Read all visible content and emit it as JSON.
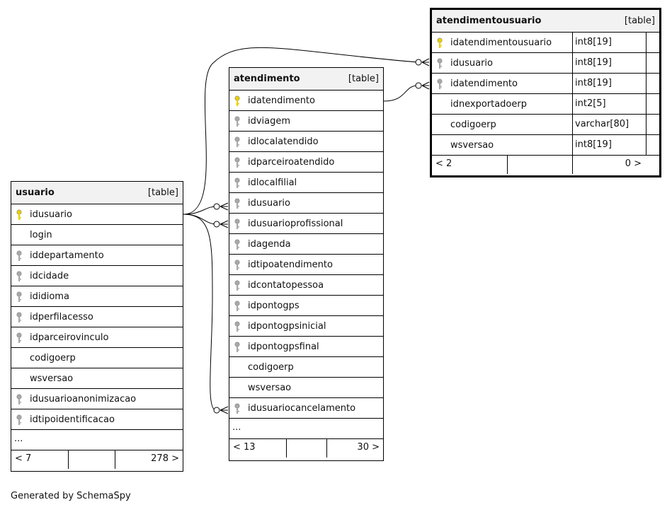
{
  "tables": {
    "atendimentousuario": {
      "name": "atendimentousuario",
      "type": "[table]",
      "columns": [
        {
          "name": "idatendimentousuario",
          "dtype": "int8[19]",
          "key": "primary"
        },
        {
          "name": "idusuario",
          "dtype": "int8[19]",
          "key": "foreign"
        },
        {
          "name": "idatendimento",
          "dtype": "int8[19]",
          "key": "foreign"
        },
        {
          "name": "idnexportadoerp",
          "dtype": "int2[5]",
          "key": "none"
        },
        {
          "name": "codigoerp",
          "dtype": "varchar[80]",
          "key": "none"
        },
        {
          "name": "wsversao",
          "dtype": "int8[19]",
          "key": "none"
        }
      ],
      "footer_left": "< 2",
      "footer_right": "0 >"
    },
    "atendimento": {
      "name": "atendimento",
      "type": "[table]",
      "columns": [
        {
          "name": "idatendimento",
          "key": "primary"
        },
        {
          "name": "idviagem",
          "key": "foreign"
        },
        {
          "name": "idlocalatendido",
          "key": "foreign"
        },
        {
          "name": "idparceiroatendido",
          "key": "foreign"
        },
        {
          "name": "idlocalfilial",
          "key": "foreign"
        },
        {
          "name": "idusuario",
          "key": "foreign"
        },
        {
          "name": "idusuarioprofissional",
          "key": "foreign"
        },
        {
          "name": "idagenda",
          "key": "foreign"
        },
        {
          "name": "idtipoatendimento",
          "key": "foreign"
        },
        {
          "name": "idcontatopessoa",
          "key": "foreign"
        },
        {
          "name": "idpontogps",
          "key": "foreign"
        },
        {
          "name": "idpontogpsinicial",
          "key": "foreign"
        },
        {
          "name": "idpontogpsfinal",
          "key": "foreign"
        },
        {
          "name": "codigoerp",
          "key": "none"
        },
        {
          "name": "wsversao",
          "key": "none"
        },
        {
          "name": "idusuariocancelamento",
          "key": "foreign"
        }
      ],
      "more": "...",
      "footer_left": "< 13",
      "footer_right": "30 >"
    },
    "usuario": {
      "name": "usuario",
      "type": "[table]",
      "columns": [
        {
          "name": "idusuario",
          "key": "primary"
        },
        {
          "name": "login",
          "key": "none"
        },
        {
          "name": "iddepartamento",
          "key": "foreign"
        },
        {
          "name": "idcidade",
          "key": "foreign"
        },
        {
          "name": "ididioma",
          "key": "foreign"
        },
        {
          "name": "idperfilacesso",
          "key": "foreign"
        },
        {
          "name": "idparceirovinculo",
          "key": "foreign"
        },
        {
          "name": "codigoerp",
          "key": "none"
        },
        {
          "name": "wsversao",
          "key": "none"
        },
        {
          "name": "idusuarioanonimizacao",
          "key": "foreign"
        },
        {
          "name": "idtipoidentificacao",
          "key": "foreign"
        }
      ],
      "more": "...",
      "footer_left": "< 7",
      "footer_right": "278 >"
    }
  },
  "colors": {
    "primary_key": "#e8d000",
    "foreign_key": "#a8a8a8",
    "header_bg": "#f2f2f2"
  },
  "credit": "Generated by SchemaSpy"
}
